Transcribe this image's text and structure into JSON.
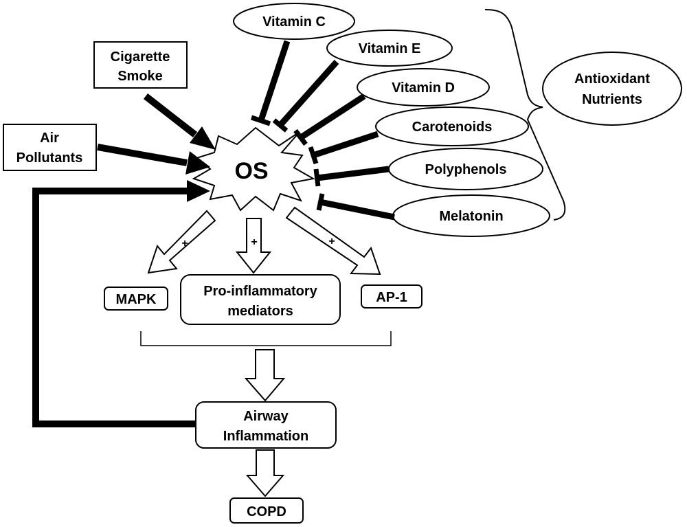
{
  "diagram": {
    "center": {
      "label": "OS"
    },
    "inducers": {
      "cigarette_smoke": [
        "Cigarette",
        "Smoke"
      ],
      "air_pollutants": [
        "Air",
        "Pollutants"
      ]
    },
    "nutrients": {
      "vitamin_c": "Vitamin C",
      "vitamin_e": "Vitamin E",
      "vitamin_d": "Vitamin D",
      "carotenoids": "Carotenoids",
      "polyphenols": "Polyphenols",
      "melatonin": "Melatonin"
    },
    "group_label": [
      "Antioxidant",
      "Nutrients"
    ],
    "effects": {
      "mapk": "MAPK",
      "pro_inflammatory": [
        "Pro-inflammatory",
        "mediators"
      ],
      "ap1": "AP-1",
      "activation_sign": "+"
    },
    "airway_inflammation": [
      "Airway",
      "Inflammation"
    ],
    "outcome": "COPD"
  }
}
